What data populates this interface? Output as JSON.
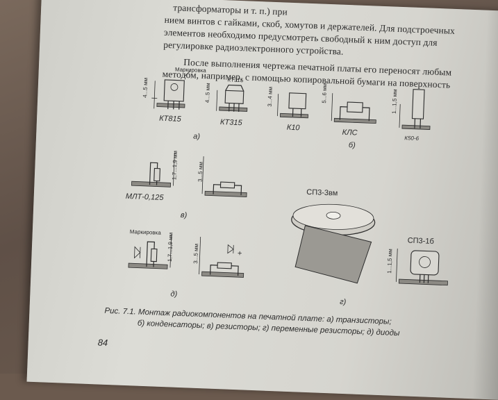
{
  "page": {
    "text_lines": [
      "трансформаторы и т. п.) при",
      "нием винтов с гайками, скоб, хомутов и держателей. Для подстроечных",
      "элементов необходимо предусмотреть свободный к ним доступ для",
      "регулировке радиоэлектронного устройства.",
      "После выполнения чертежа печатной платы его переносят любым",
      "методом, например, с помощью копировальной бумаги на поверхность"
    ],
    "page_number": "84"
  },
  "figure": {
    "caption_line1": "Рис. 7.1. Монтаж радиокомпонентов на печатной плате: а) транзисторы;",
    "caption_line2": "б) конденсаторы; в) резисторы; г) переменные резисторы; д) диоды",
    "panel_a": {
      "marker_label": "Маркировка",
      "dim1": "4...5 мм",
      "dim2": "4...5 мм",
      "part1": "КТ815",
      "part2": "КТ315",
      "part2_top": "КТ315",
      "panel_letter": "а)"
    },
    "panel_b": {
      "dim1": "3...4 мм",
      "dim2": "5...6 мм",
      "dim3": "1...1,5 мм",
      "part1": "К10",
      "part2": "КЛС",
      "part3": "К50-6",
      "panel_letter": "б)"
    },
    "panel_v": {
      "dim1": "1,7...1,9 мм",
      "dim2": "3...5 мм",
      "part1": "МЛТ-0,125",
      "panel_letter": "в)"
    },
    "panel_g": {
      "part1": "СП3-3вм",
      "part2": "СП3-1б",
      "dim1": "1...1,5 мм",
      "panel_letter": "г)"
    },
    "panel_d": {
      "marker_label": "Маркировка",
      "dim1": "1,7...1,9 мм",
      "dim2": "3...5 мм",
      "plus": "+",
      "panel_letter": "д)"
    }
  }
}
